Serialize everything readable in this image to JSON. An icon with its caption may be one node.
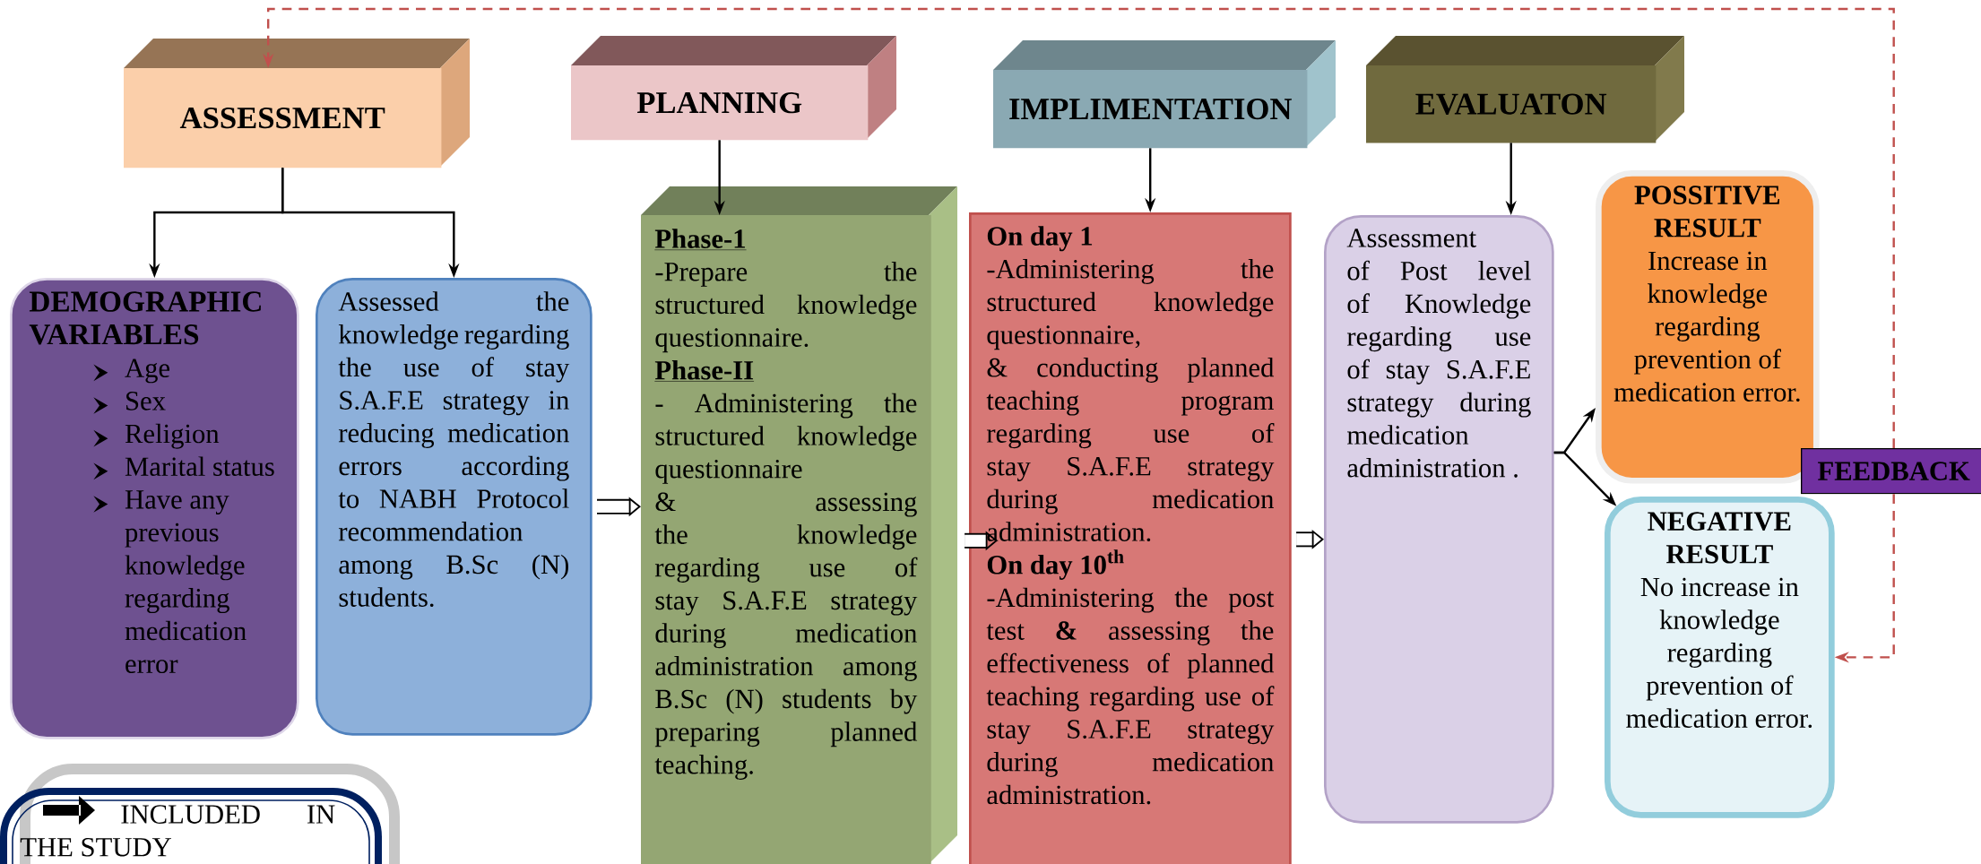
{
  "diagram": {
    "nodes": [
      {
        "text": [
          "ASSESSMENT"
        ]
      },
      {
        "text": [
          "PLANNING"
        ]
      },
      {
        "text": [
          "IMPLIMENTATION"
        ]
      },
      {
        "text": [
          "EVALUATON"
        ]
      },
      {
        "text": [
          "DEMOGRAPHIC VARIABLES",
          "Age",
          "Sex",
          "Religion",
          "Marital status",
          "Have any previous knowledge regarding medication error"
        ]
      },
      {
        "text": [
          "Assessed the knowledge regarding the use of stay S.A.F.E strategy in reducing medication errors according to NABH Protocol recommendation among B.Sc (N) students."
        ]
      },
      {
        "text": [
          "Phase-1",
          "-Prepare the structured knowledge questionnaire.",
          "Phase-II",
          "- Administering the structured knowledge questionnaire & assessing the knowledge regarding use of stay S.A.F.E strategy during medication administration among B.Sc (N) students by preparing planned teaching."
        ]
      },
      {
        "text": [
          "On day 1",
          "-Administering the structured knowledge questionnaire,",
          "& conducting planned teaching program regarding use of stay S.A.F.E strategy during medication administration.",
          "On day 10$^{th}$",
          "-Administering the post test **&** assessing the effectiveness of planned teaching regarding use of stay S.A.F.E strategy during medication administration."
        ]
      },
      {
        "text": [
          "Assessment of Post level of Knowledge regarding use of stay S.A.F.E strategy during medication administration ."
        ]
      },
      {
        "text": [
          "POSSITIVE RESULT",
          "Increase in knowledge regarding prevention of medication error."
        ]
      },
      {
        "text": [
          "NEGATIVE RESULT",
          "No increase in knowledge regarding prevention of medication error."
        ]
      },
      {
        "text": [
          "FEEDBACK"
        ]
      }
    ],
    "edges": [
      {
        "from": 0,
        "to": 4,
        "arrow": "to"
      },
      {
        "from": 0,
        "to": 5,
        "arrow": "to"
      },
      {
        "from": 1,
        "to": 6,
        "arrow": "to"
      },
      {
        "from": 2,
        "to": 7,
        "arrow": "to"
      },
      {
        "from": 3,
        "to": 8,
        "arrow": "to"
      },
      {
        "from": 5,
        "to": 6,
        "arrow": "to",
        "style": "thick"
      },
      {
        "from": 6,
        "to": 7,
        "arrow": "to",
        "style": "thick"
      },
      {
        "from": 7,
        "to": 8,
        "arrow": "to",
        "style": "thick"
      },
      {
        "from": 8,
        "to": 9,
        "arrow": "to"
      },
      {
        "from": 8,
        "to": 10,
        "arrow": "to"
      },
      {
        "from": 11,
        "to": 0,
        "arrow": "to",
        "style": "dashed",
        "color": "#c0504d"
      },
      {
        "from": 11,
        "to": 10,
        "arrow": "to",
        "style": "dashed",
        "color": "#c0504d"
      }
    ],
    "legend": [
      {
        "text": "INCLUDED IN THE STUDY"
      }
    ]
  }
}
